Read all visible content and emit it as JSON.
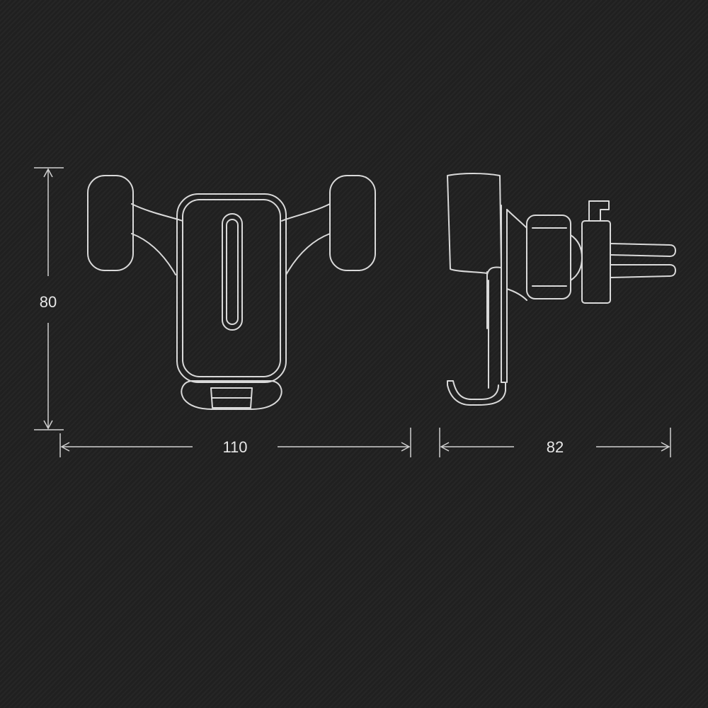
{
  "dimensions": {
    "height_label": "80",
    "width_label": "110",
    "depth_label": "82"
  },
  "colors": {
    "background": "#232323",
    "line": "#d9d9d9"
  }
}
